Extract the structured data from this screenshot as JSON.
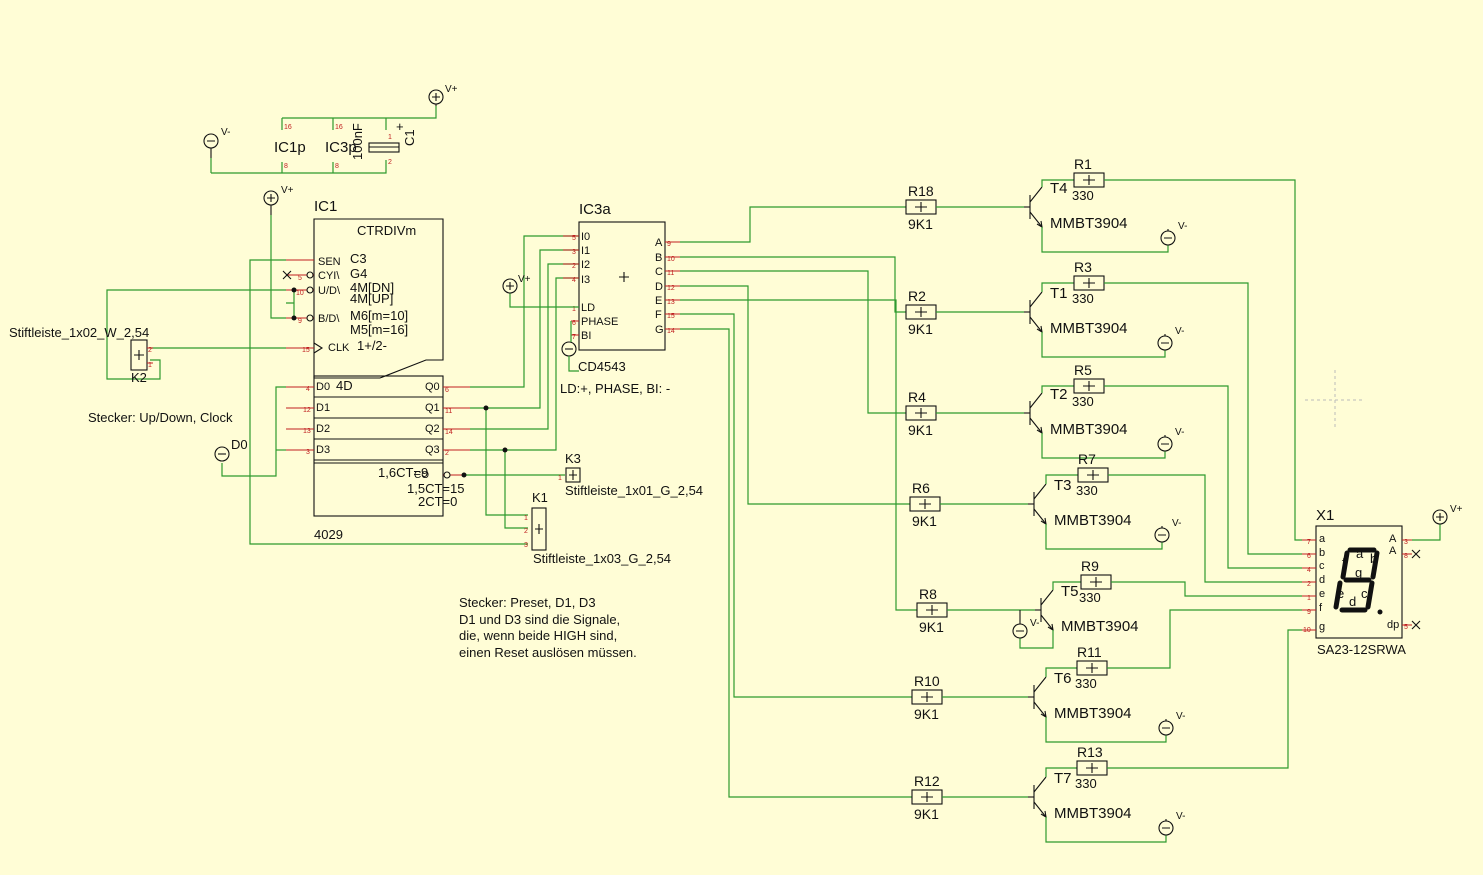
{
  "power": {
    "vplus": "V+",
    "vminus": "V-"
  },
  "decoupling": {
    "c1p": "IC1p",
    "c3p": "IC3p",
    "c1_value": "100nF",
    "c1": "C1",
    "pin16": "16",
    "pin8": "8",
    "pin1": "1",
    "pin2": "2"
  },
  "ic1": {
    "ref": "IC1",
    "func": "CTRDIVm",
    "part": "4029",
    "pins_left": [
      "SEN",
      "CYI\\",
      "U/D\\",
      "B/D\\",
      "CLK"
    ],
    "inner": [
      "C3",
      "G4",
      "4M[DN]",
      "4M[UP]",
      "M6[m=10]",
      "M5[m=16]",
      "1+/2-"
    ],
    "load": "4D",
    "data_in": [
      "D0",
      "D1",
      "D2",
      "D3"
    ],
    "data_out": [
      "Q0",
      "Q1",
      "Q2",
      "Q3"
    ],
    "co_lines": [
      "1,6CT=9",
      "1,5CT=15",
      "2CT=0"
    ],
    "co": "CO"
  },
  "ic3": {
    "ref": "IC3a",
    "part": "CD4543",
    "note": "LD:+, PHASE, BI: -",
    "inputs": [
      "I0",
      "I1",
      "I2",
      "I3",
      "LD",
      "PHASE",
      "BI"
    ],
    "outputs": [
      "A",
      "B",
      "C",
      "D",
      "E",
      "F",
      "G"
    ]
  },
  "k2": {
    "ref": "K2",
    "part": "Stiftleiste_1x02_W_2,54",
    "desc": "Stecker: Up/Down, Clock"
  },
  "k1": {
    "ref": "K1",
    "part": "Stiftleiste_1x03_G_2,54"
  },
  "k3": {
    "ref": "K3",
    "part": "Stiftleiste_1x01_G_2,54"
  },
  "d0": "D0",
  "preset_note": [
    "Stecker: Preset, D1, D3",
    "D1 und D3 sind die Signale,",
    "die, wenn beide HIGH sind,",
    "einen Reset auslösen müssen."
  ],
  "stages": [
    {
      "rb": "R18",
      "rbv": "9K1",
      "t": "T4",
      "tpart": "MMBT3904",
      "rc": "R1",
      "rcv": "330"
    },
    {
      "rb": "R2",
      "rbv": "9K1",
      "t": "T1",
      "tpart": "MMBT3904",
      "rc": "R3",
      "rcv": "330"
    },
    {
      "rb": "R4",
      "rbv": "9K1",
      "t": "T2",
      "tpart": "MMBT3904",
      "rc": "R5",
      "rcv": "330"
    },
    {
      "rb": "R6",
      "rbv": "9K1",
      "t": "T3",
      "tpart": "MMBT3904",
      "rc": "R7",
      "rcv": "330"
    },
    {
      "rb": "R8",
      "rbv": "9K1",
      "t": "T5",
      "tpart": "MMBT3904",
      "rc": "R9",
      "rcv": "330"
    },
    {
      "rb": "R10",
      "rbv": "9K1",
      "t": "T6",
      "tpart": "MMBT3904",
      "rc": "R11",
      "rcv": "330"
    },
    {
      "rb": "R12",
      "rbv": "9K1",
      "t": "T7",
      "tpart": "MMBT3904",
      "rc": "R13",
      "rcv": "330"
    }
  ],
  "x1": {
    "ref": "X1",
    "part": "SA23-12SRWA",
    "pins": [
      "a",
      "b",
      "c",
      "d",
      "e",
      "f",
      "g"
    ],
    "anode": "A",
    "dp": "dp",
    "segments": [
      "a",
      "b",
      "c",
      "d",
      "e",
      "f",
      "g"
    ]
  }
}
